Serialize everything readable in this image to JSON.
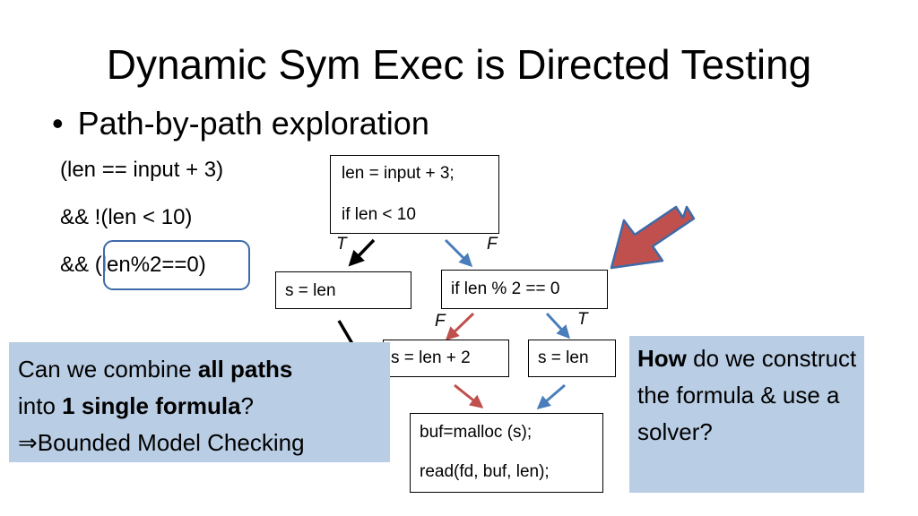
{
  "slide": {
    "title": "Dynamic Sym Exec is Directed Testing",
    "bullet": "Path-by-path exploration",
    "bullet_glyph": "•"
  },
  "path_condition": {
    "line1": "(len == input + 3)",
    "line2": "&&  !(len < 10)",
    "line3_prefix": "&& ",
    "line3_highlight": "(len%2==0)"
  },
  "flowchart": {
    "box1": {
      "line1": "len = input + 3;",
      "line2": "if len < 10"
    },
    "box2": {
      "line1": "s = len"
    },
    "box3": {
      "line1": "if len % 2 == 0"
    },
    "box4": {
      "line1": "s = len + 2"
    },
    "box5": {
      "line1": "s = len"
    },
    "box6": {
      "line1": "buf=malloc (s);",
      "line2": "read(fd, buf, len);"
    },
    "edge_labels": {
      "t1": "T",
      "f1": "F",
      "f2": "F",
      "t2": "T"
    }
  },
  "callout_left": {
    "q1": "Can we combine ",
    "q1_bold": "all paths",
    "q2": "into ",
    "q2_bold": "1 single formula",
    "q2_end": "?",
    "implies_glyph": "⇒",
    "answer": "Bounded Model Checking"
  },
  "callout_right": {
    "bold": "How",
    "text": " do we construct the formula & use a solver?"
  },
  "colors": {
    "black_arrow": "#000000",
    "blue_arrow": "#4a7ebb",
    "red_arrow": "#c0504d",
    "big_arrow_fill": "#c0504d",
    "big_arrow_stroke": "#3e6aa8",
    "callout_bg": "#b9cde4",
    "highlight_border": "#3e6aa8"
  }
}
